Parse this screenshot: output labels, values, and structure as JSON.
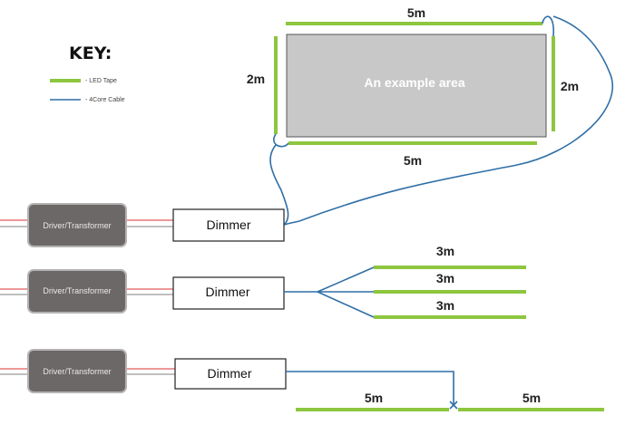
{
  "key": {
    "title": "KEY:",
    "items": [
      {
        "label": "- LED Tape",
        "color": "#8dc63f"
      },
      {
        "label": "- 4Core Cable",
        "color": "#2f6fa6"
      }
    ]
  },
  "area": {
    "label": "An example area",
    "top_length": "5m",
    "bottom_length": "5m",
    "left_length": "2m",
    "right_length": "2m"
  },
  "rows": [
    {
      "driver_label": "Driver/Transformer",
      "dimmer_label": "Dimmer"
    },
    {
      "driver_label": "Driver/Transformer",
      "dimmer_label": "Dimmer",
      "branches": [
        "3m",
        "3m",
        "3m"
      ]
    },
    {
      "driver_label": "Driver/Transformer",
      "dimmer_label": "Dimmer",
      "split": [
        "5m",
        "5m"
      ]
    }
  ],
  "colors": {
    "led_tape": "#8dc63f",
    "cable": "#2f6fa6",
    "driver": "#6d6868",
    "area_fill": "#c8c8c8"
  }
}
